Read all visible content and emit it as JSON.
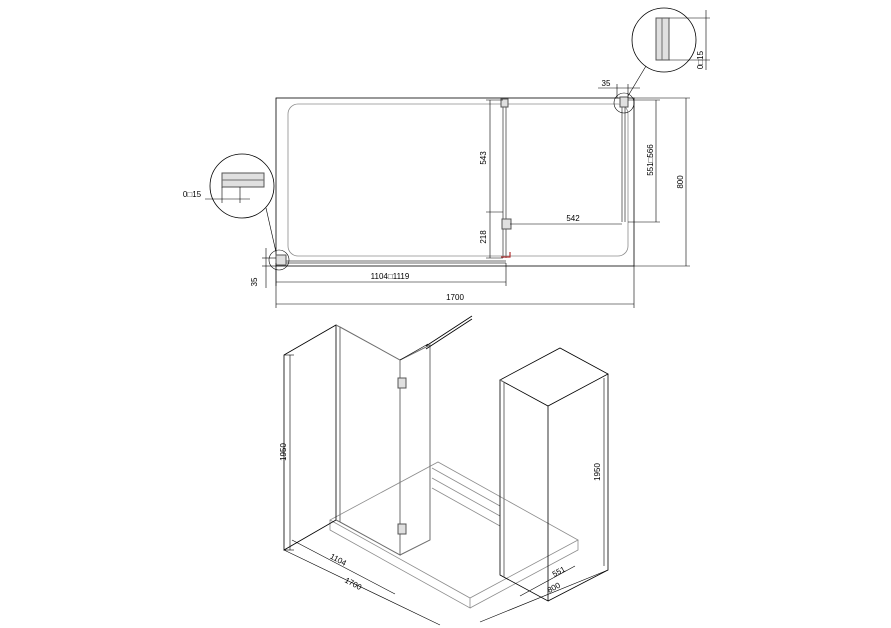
{
  "plan_view": {
    "dim_total_length": "1700",
    "dim_total_width": "800",
    "dim_front_panel": "1104□1119",
    "dim_side_panel": "542",
    "dim_upper_segment": "543",
    "dim_lower_segment": "218",
    "dim_right_range": "551□566",
    "dim_right_offset": "35",
    "dim_left_offset": "35"
  },
  "detail_left": {
    "label": "0□15"
  },
  "detail_right": {
    "label": "0□15"
  },
  "iso_view": {
    "dim_height_left": "1950",
    "dim_height_right": "1950",
    "dim_front_panel": "1104",
    "dim_length": "1700",
    "dim_side_panel": "551",
    "dim_width": "800"
  },
  "colors": {
    "line": "#000000",
    "glass": "#6e6e6e",
    "tray": "#8c8c8c",
    "accent": "#b03030"
  }
}
